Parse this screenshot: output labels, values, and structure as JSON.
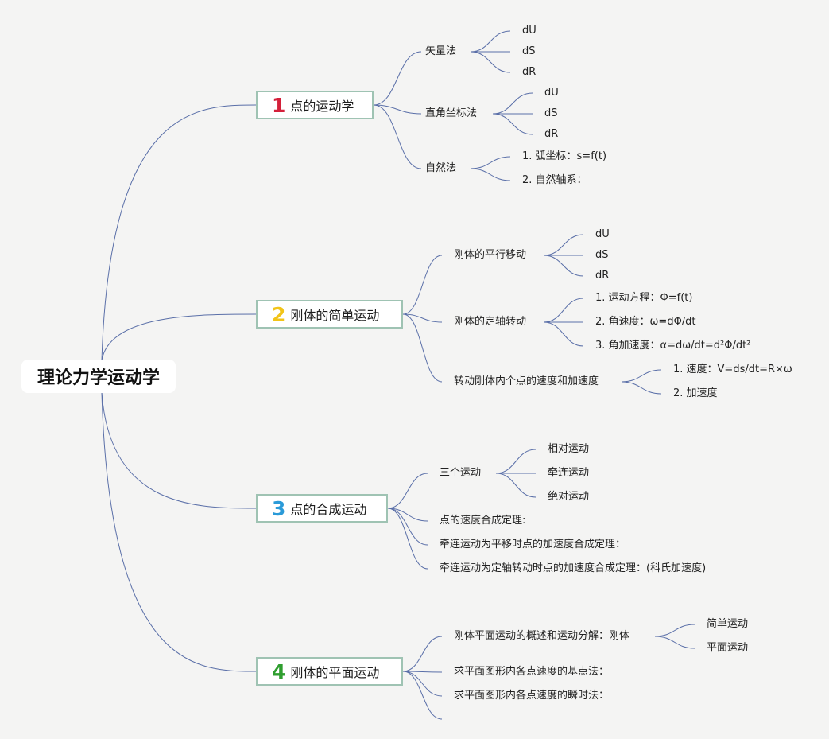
{
  "root": {
    "title": "理论力学运动学"
  },
  "colors": {
    "line": "#5a6fa8",
    "branch_border": "#9fc3b3",
    "num1": "#d4203a",
    "num2": "#f2c418",
    "num3": "#2a9ad8",
    "num4": "#2f9e2f"
  },
  "branches": [
    {
      "num": "1",
      "title": "点的运动学",
      "children": [
        {
          "label": "矢量法",
          "children": [
            "dU",
            "dS",
            "dR"
          ]
        },
        {
          "label": "直角坐标法",
          "children": [
            "dU",
            "dS",
            "dR"
          ]
        },
        {
          "label": "自然法",
          "children": [
            "1. 弧坐标：s=f(t)",
            "2. 自然轴系："
          ]
        }
      ]
    },
    {
      "num": "2",
      "title": "刚体的简单运动",
      "children": [
        {
          "label": "刚体的平行移动",
          "children": [
            "dU",
            "dS",
            "dR"
          ]
        },
        {
          "label": "刚体的定轴转动",
          "children": [
            "1. 运动方程：Φ=f(t)",
            "2. 角速度：ω=dΦ/dt",
            "3. 角加速度：α=dω/dt=d²Φ/dt²"
          ]
        },
        {
          "label": "转动刚体内个点的速度和加速度",
          "children": [
            "1. 速度：V=ds/dt=R×ω",
            "2. 加速度"
          ]
        }
      ]
    },
    {
      "num": "3",
      "title": "点的合成运动",
      "children": [
        {
          "label": "三个运动",
          "children": [
            "相对运动",
            "牵连运动",
            "绝对运动"
          ]
        },
        {
          "label": "点的速度合成定理:",
          "children": []
        },
        {
          "label": "牵连运动为平移时点的加速度合成定理：",
          "children": []
        },
        {
          "label": "牵连运动为定轴转动时点的加速度合成定理：(科氏加速度)",
          "children": []
        }
      ]
    },
    {
      "num": "4",
      "title": "刚体的平面运动",
      "children": [
        {
          "label": "刚体平面运动的概述和运动分解：刚体",
          "children": [
            "简单运动",
            "平面运动"
          ]
        },
        {
          "label": "求平面图形内各点速度的基点法：",
          "children": []
        },
        {
          "label": "求平面图形内各点速度的瞬时法：",
          "children": []
        },
        {
          "label": "",
          "children": []
        }
      ]
    }
  ]
}
